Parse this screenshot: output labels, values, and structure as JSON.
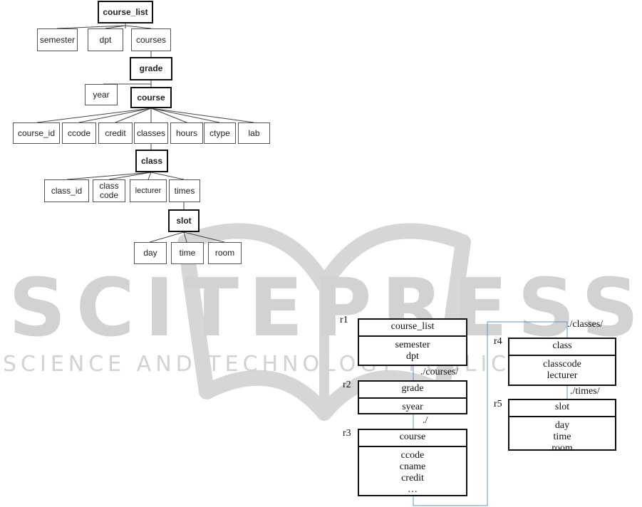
{
  "tree": {
    "course_list": "course_list",
    "semester": "semester",
    "dpt": "dpt",
    "courses": "courses",
    "grade": "grade",
    "year": "year",
    "course": "course",
    "course_id": "course_id",
    "ccode": "ccode",
    "credit": "credit",
    "classes": "classes",
    "hours": "hours",
    "ctype": "ctype",
    "lab": "lab",
    "class": "class",
    "class_id": "class_id",
    "class_code": "class\ncode",
    "lecturer": "lecturer",
    "times": "times",
    "slot": "slot",
    "day": "day",
    "time": "time",
    "room": "room"
  },
  "watermark": {
    "big": "SCITEPRESS",
    "small": "SCIENCE AND TECHNOLOGY PUBLICATIONS"
  },
  "relations": {
    "r1": {
      "id": "r1",
      "name": "course_list",
      "attrs": [
        "semester",
        "dpt"
      ]
    },
    "r2": {
      "id": "r2",
      "name": "grade",
      "attrs": [
        "syear"
      ]
    },
    "r3": {
      "id": "r3",
      "name": "course",
      "attrs": [
        "ccode",
        "cname",
        "credit",
        "…"
      ]
    },
    "r4": {
      "id": "r4",
      "name": "class",
      "attrs": [
        "classcode",
        "lecturer"
      ]
    },
    "r5": {
      "id": "r5",
      "name": "slot",
      "attrs": [
        "day",
        "time",
        "room"
      ]
    }
  },
  "paths": {
    "courses": "./courses/",
    "grade_to_course": "./",
    "classes": "./classes/",
    "times": "./times/"
  },
  "colors": {
    "link_line": "#6a8fc0",
    "watermark": "#d2d2d2"
  }
}
